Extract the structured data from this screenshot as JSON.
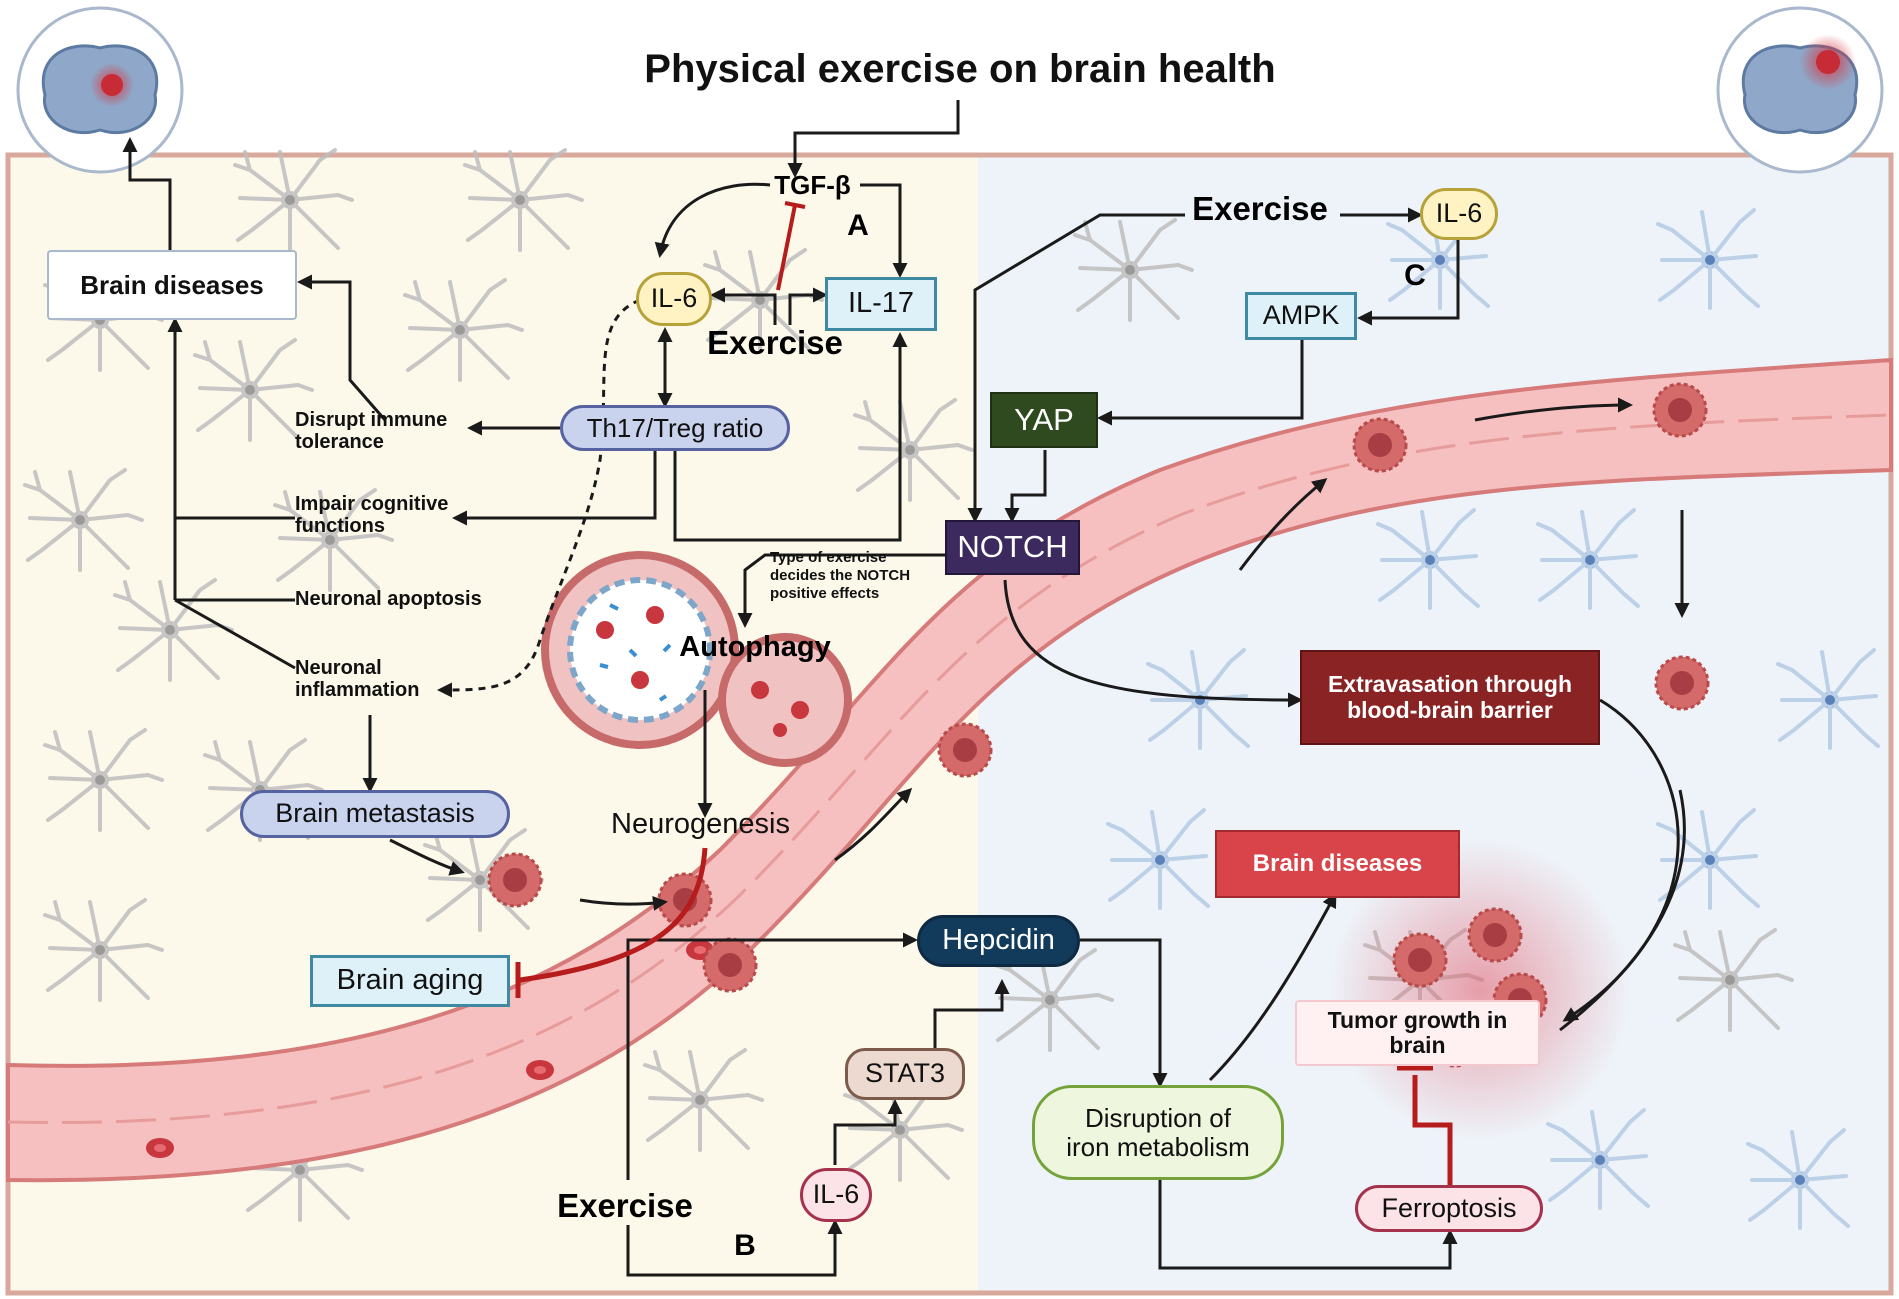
{
  "title": "Physical exercise on brain health",
  "section_labels": {
    "a": "A",
    "b": "B",
    "c": "C"
  },
  "colors": {
    "left_panel": "#fcf8ea",
    "right_panel": "#eef3f9",
    "frame": "#d7a89b",
    "vessel": "#f2b3b3",
    "vessel_edge": "#d67a7a",
    "inhibit": "#b71c1c"
  },
  "icons": [
    "brain-left-icon",
    "brain-right-icon",
    "astrocyte-icon",
    "neuron-icon",
    "tumor-cell-icon",
    "red-blood-cell-icon",
    "autophagosome-icon"
  ],
  "panel_a": {
    "tgf_beta": "TGF-β",
    "il6": "IL-6",
    "il17": "IL-17",
    "exercise": "Exercise",
    "th17_treg": "Th17/Treg ratio",
    "brain_diseases": "Brain diseases",
    "disrupt_immune": "Disrupt immune\ntolerance",
    "impair_cognitive": "Impair cognitive\nfunctions",
    "neuronal_apoptosis": "Neuronal apoptosis",
    "neuronal_inflammation": "Neuronal\ninflammation",
    "brain_metastasis": "Brain metastasis",
    "type_of_exercise": "Type of exercise\ndecides the NOTCH\npositive effects",
    "autophagy": "Autophagy",
    "neurogenesis": "Neurogenesis",
    "brain_aging": "Brain aging"
  },
  "panel_c": {
    "exercise": "Exercise",
    "il6": "IL-6",
    "ampk": "AMPK",
    "yap": "YAP",
    "notch": "NOTCH",
    "extravasation": "Extravasation through\nblood-brain barrier",
    "brain_diseases": "Brain diseases",
    "tumor_growth": "Tumor growth in\nbrain"
  },
  "panel_b": {
    "hepcidin": "Hepcidin",
    "stat3": "STAT3",
    "il6": "IL-6",
    "exercise": "Exercise",
    "iron_metabolism": "Disruption of\niron metabolism",
    "ferroptosis": "Ferroptosis"
  }
}
